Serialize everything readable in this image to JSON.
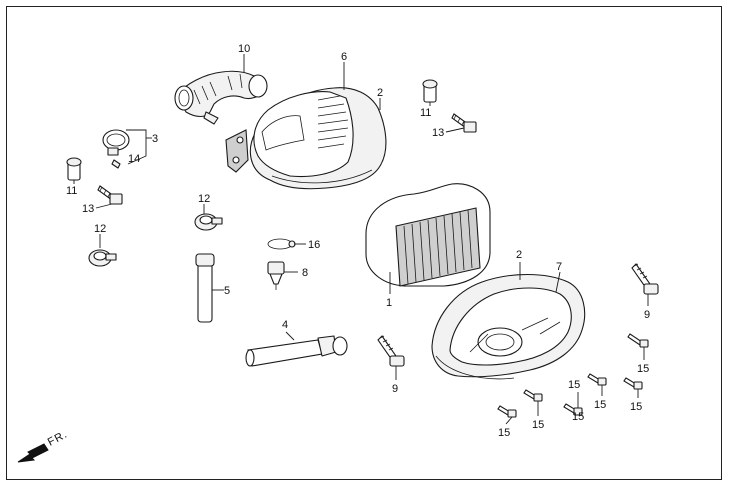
{
  "callouts": {
    "c1": "1",
    "c2a": "2",
    "c2b": "2",
    "c3": "3",
    "c4": "4",
    "c5": "5",
    "c6": "6",
    "c7": "7",
    "c8": "8",
    "c9a": "9",
    "c9b": "9",
    "c10": "10",
    "c11a": "11",
    "c11b": "11",
    "c12a": "12",
    "c12b": "12",
    "c13a": "13",
    "c13b": "13",
    "c14": "14",
    "c15a": "15",
    "c15b": "15",
    "c15c": "15",
    "c15d": "15",
    "c15e": "15",
    "c15f": "15",
    "c15g": "15",
    "c16": "16"
  },
  "direction_marker": {
    "label": "FR.",
    "icon": "front-direction-arrow-icon"
  }
}
